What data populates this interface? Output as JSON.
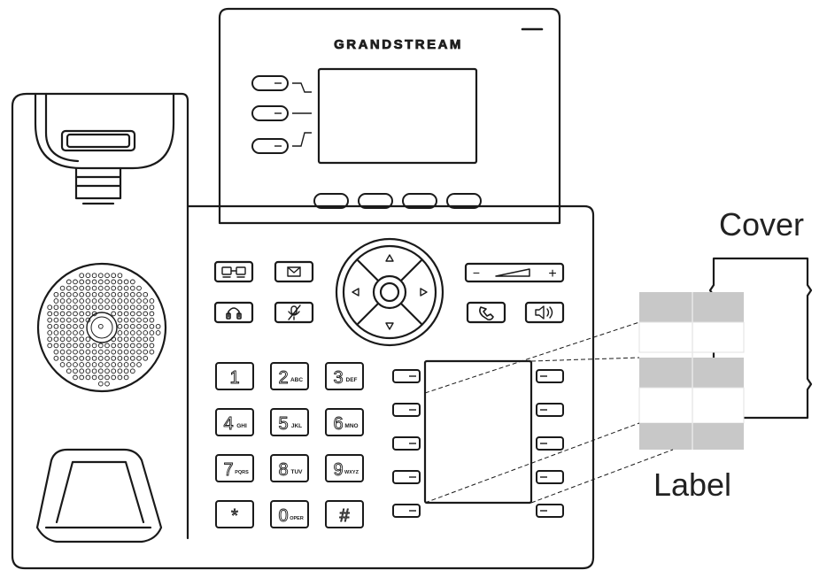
{
  "brand": "GRANDSTREAM",
  "callouts": {
    "cover": "Cover",
    "label": "Label"
  },
  "keypad": [
    {
      "digit": "1",
      "letters": ""
    },
    {
      "digit": "2",
      "letters": "ABC"
    },
    {
      "digit": "3",
      "letters": "DEF"
    },
    {
      "digit": "4",
      "letters": "GHI"
    },
    {
      "digit": "5",
      "letters": "JKL"
    },
    {
      "digit": "6",
      "letters": "MNO"
    },
    {
      "digit": "7",
      "letters": "PQRS"
    },
    {
      "digit": "8",
      "letters": "TUV"
    },
    {
      "digit": "9",
      "letters": "WXYZ"
    },
    {
      "digit": "*",
      "letters": ""
    },
    {
      "digit": "0",
      "letters": "OPER"
    },
    {
      "digit": "#",
      "letters": ""
    }
  ],
  "volume": {
    "minus": "−",
    "plus": "+"
  },
  "icons": {
    "transfer": "transfer-icon",
    "messages": "envelope-icon",
    "headset": "headset-icon",
    "mute": "mute-icon",
    "handset": "handset-icon",
    "speaker": "speaker-icon"
  },
  "colors": {
    "line": "#1a1a1a",
    "label_band": "#c8c8c8"
  }
}
